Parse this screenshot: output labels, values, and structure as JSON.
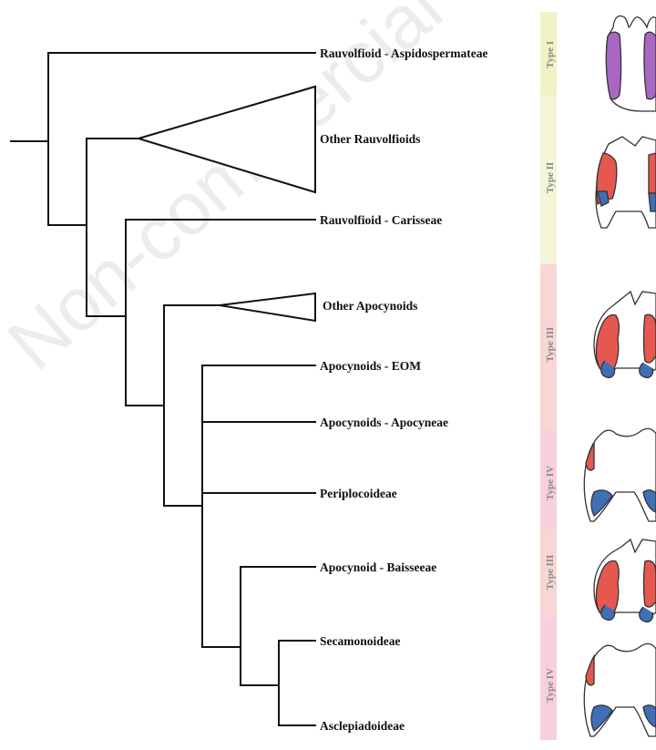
{
  "watermark": "Non-commercial",
  "taxa": [
    {
      "id": "rauvolfioid-aspidospermateae",
      "label": "Rauvolfioid - Aspidospermateae"
    },
    {
      "id": "other-rauvolfioids",
      "label": "Other Rauvolfioids"
    },
    {
      "id": "rauvolfioid-carisseae",
      "label": "Rauvolfioid - Carisseae"
    },
    {
      "id": "other-apocynoids",
      "label": "Other Apocynoids"
    },
    {
      "id": "apocynoids-eom",
      "label": "Apocynoids - EOM"
    },
    {
      "id": "apocynoids-apocyneae",
      "label": "Apocynoids - Apocyneae"
    },
    {
      "id": "periplocoideae",
      "label": "Periplocoideae"
    },
    {
      "id": "apocynoid-baisseeae",
      "label": "Apocynoid - Baisseeae"
    },
    {
      "id": "secamonoideae",
      "label": "Secamonoideae"
    },
    {
      "id": "asclepiadoideae",
      "label": "Asclepiadoideae"
    }
  ],
  "type_bands": [
    {
      "id": "type-i",
      "label": "Type I",
      "color": "#f0f3c5"
    },
    {
      "id": "type-ii",
      "label": "Type II",
      "color": "#f3f5d6"
    },
    {
      "id": "type-iii-a",
      "label": "Type III",
      "color": "#f8d6d6"
    },
    {
      "id": "type-iv-a",
      "label": "Type IV",
      "color": "#f6d0dd"
    },
    {
      "id": "type-iii-b",
      "label": "Type III",
      "color": "#f8d6d6"
    },
    {
      "id": "type-iv-b",
      "label": "Type IV",
      "color": "#f6d0dd"
    }
  ],
  "colors": {
    "tree_line": "#111111",
    "purple_fill": "#a767c2",
    "red_fill": "#e5584f",
    "blue_fill": "#3f6fb6"
  }
}
